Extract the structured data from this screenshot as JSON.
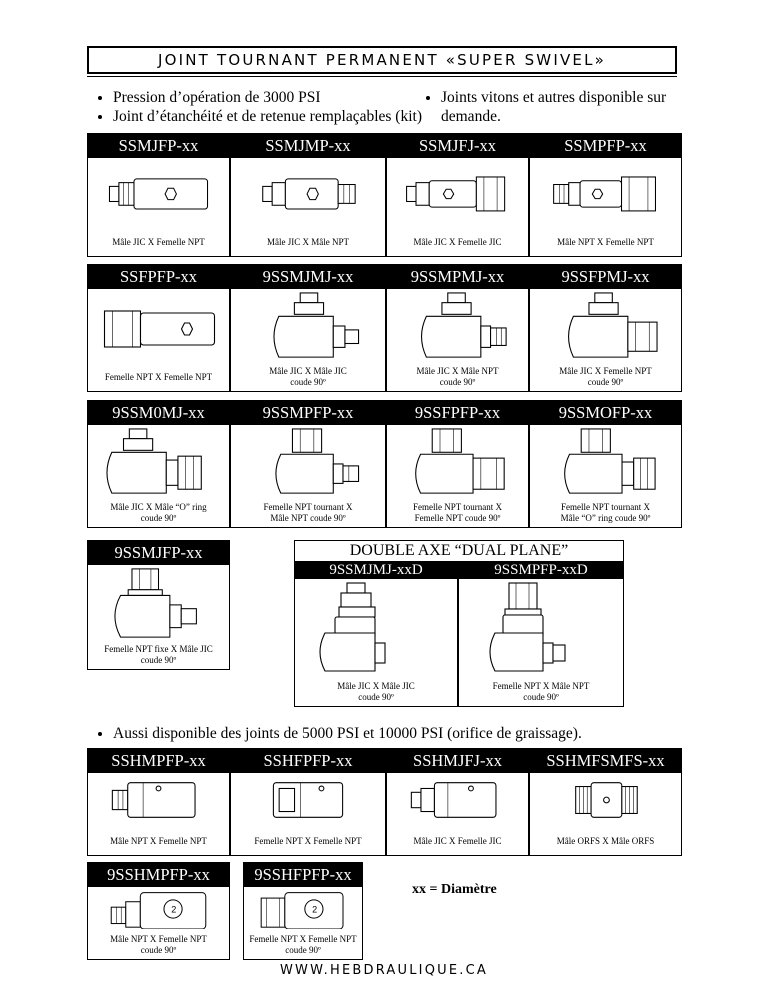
{
  "title": "JOINT TOURNANT PERMANENT «SUPER SWIVEL»",
  "bullets_left": [
    "Pression d’opération de 3000 PSI",
    "Joint d’étanchéité et de retenue remplaçables (kit)"
  ],
  "bullets_right": [
    "Joints vitons et autres disponible sur demande."
  ],
  "row1": [
    {
      "code": "SSMJFP-xx",
      "desc": "Mâle JIC X Femelle NPT"
    },
    {
      "code": "SSMJMP-xx",
      "desc": "Mâle JIC X Mâle NPT"
    },
    {
      "code": "SSMJFJ-xx",
      "desc": "Mâle JIC X Femelle JIC"
    },
    {
      "code": "SSMPFP-xx",
      "desc": "Mâle NPT X Femelle NPT"
    }
  ],
  "row2": [
    {
      "code": "SSFPFP-xx",
      "desc": "Femelle NPT X Femelle NPT",
      "desc2": ""
    },
    {
      "code": "9SSMJMJ-xx",
      "desc": "Mâle JIC X Mâle JIC",
      "desc2": "coude 90º"
    },
    {
      "code": "9SSMPMJ-xx",
      "desc": "Mâle JIC X Mâle NPT",
      "desc2": "coude 90º"
    },
    {
      "code": "9SSFPMJ-xx",
      "desc": "Mâle JIC X Femelle NPT",
      "desc2": "coude 90º"
    }
  ],
  "row3": [
    {
      "code": "9SSM0MJ-xx",
      "desc": "Mâle JIC X Mâle “O” ring",
      "desc2": "coude 90º"
    },
    {
      "code": "9SSMPFP-xx",
      "desc": "Femelle NPT tournant X",
      "desc2": "Mâle NPT coude 90º"
    },
    {
      "code": "9SSFPFP-xx",
      "desc": "Femelle NPT tournant X",
      "desc2": "Femelle NPT coude 90º"
    },
    {
      "code": "9SSMOFP-xx",
      "desc": "Femelle NPT tournant X",
      "desc2": "Mâle “O” ring coude 90º"
    }
  ],
  "single": {
    "code": "9SSMJFP-xx",
    "desc": "Femelle NPT fixe X Mâle JIC",
    "desc2": "coude 90º"
  },
  "dual": {
    "title": "DOUBLE AXE “DUAL PLANE”",
    "left": {
      "code": "9SSMJMJ-xxD",
      "desc": "Mâle JIC X Mâle JIC",
      "desc2": "coude 90º"
    },
    "right": {
      "code": "9SSMPFP-xxD",
      "desc": "Femelle NPT X Mâle NPT",
      "desc2": "coude 90º"
    }
  },
  "also": "Aussi disponible des joints de 5000 PSI et 10000 PSI (orifice de graissage).",
  "row4": [
    {
      "code": "SSHMPFP-xx",
      "desc": "Mâle NPT X Femelle NPT"
    },
    {
      "code": "SSHFPFP-xx",
      "desc": "Femelle NPT X Femelle NPT"
    },
    {
      "code": "SSHMJFJ-xx",
      "desc": "Mâle JIC X Femelle JIC"
    },
    {
      "code": "SSHMFSMFS-xx",
      "desc": "Mâle ORFS X Mâle ORFS"
    }
  ],
  "row5": [
    {
      "code": "9SSHMPFP-xx",
      "desc": "Mâle NPT X Femelle NPT",
      "desc2": "coude 90º"
    },
    {
      "code": "9SSHFPFP-xx",
      "desc": "Femelle NPT X Femelle NPT",
      "desc2": "coude 90º"
    }
  ],
  "legend": "xx = Diamètre",
  "footer": "WWW.HEBDRAULIQUE.CA"
}
